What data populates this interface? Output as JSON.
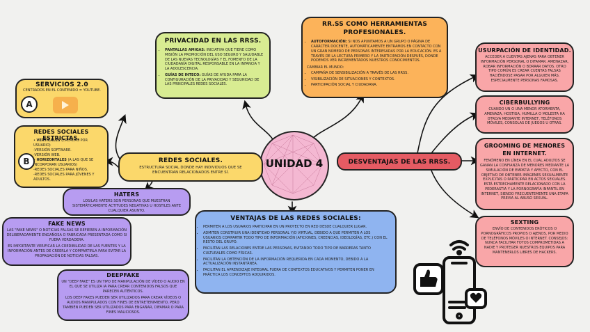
{
  "center": {
    "title": "UNIDAD 4"
  },
  "redes_sociales": {
    "title": "REDES SOCIALES.",
    "text": "ESTRUCTURA SOCIAL DONDE HAY INDIVIDUOS QUE SE ENCUENTRAN RELACIONADOS ENTRE SÍ."
  },
  "servicios": {
    "title": "SERVICIOS 2.0",
    "text": "CENTRADOS EN EL CONTENIDO = YOUTUBE.",
    "badge": "A"
  },
  "estrictas": {
    "title": "REDES SOCIALES ESTRICTAS.",
    "badge": "B",
    "verticales_label": "VERTICALES",
    "verticales_text": " (CREADAS POR USUARIO)",
    "line2": "-VERSIÓN SOFTWARE.",
    "line3": "-VERSIÓN WEB.",
    "horizontales_label": "HORIZONTALES",
    "horizontales_text": " (A LAS QUE SE INCORPORAN USUARIOS)",
    "line5": "-REDES SOCIALES PARA NIÑOS.",
    "line6": "-REDES SOCIALES PARA JÓVENES Y ADULTOS."
  },
  "haters": {
    "title": "HATERS",
    "text": "LOS/LAS HATERS SON PERSONAS QUE MUESTRAN SISTEMÁTICAMENTE ACTITUDES NEGATIVAS U HOSTILES ANTE CUALQUIER ASUNTO."
  },
  "fake_news": {
    "title": "FAKE NEWS",
    "text1": "LAS \"FAKE NEWS\" O NOTICIAS FALSAS SE REFIEREN A INFORMACIÓN DELIBERADAMENTE ENGAÑOSA O FABRICADA PRESENTADA COMO SI FUERA VERDADERA.",
    "text2": "ES IMPORTANTE VERIFICAR LA CREDIBILIDAD DE LAS FUENTES Y LA INFORMACIÓN ANTES DE CREERLA Y COMPARTIRLA PARA EVITAR LA PROPAGACIÓN DE NOTICIAS FALSAS."
  },
  "deepfake": {
    "title": "DEEPFAKE",
    "text1": "UN \"DEEP FAKE\" ES UN TIPO DE MANIPULACIÓN DE VÍDEO O AUDIO EN EL QUE SE UTILIZA IA PARA CREAR CONTENIDOS FALSOS QUE PARECEN AUTÉNTICOS.",
    "text2": "LOS DEEP FAKES PUEDEN SER UTILIZADOS PARA CREAR VÍDEOS O AUDIOS MANIPULADOS CON FINES DE ENTRETENIMIENTO, PERO TAMBIÉN PUEDEN SER UTILIZADOS PARA ENGAÑAR, DIFAMAR O PARA FINES MALICIOSOS."
  },
  "privacidad": {
    "title": "PRIVACIDAD EN LAS RRSS.",
    "item1_label": "PANTALLAS AMIGAS:",
    "item1_text": " INICIATIVA QUE TIENE COMO MISIÓN LA PROMOCIÓN DEL USO SEGURO Y SALUDABLE DE LAS NUEVAS TECNOLOGÍAS Y EL FOMENTO DE LA CIUDADANÍA DIGITAL RESPONSABLE EN LA INFANCIA Y LA ADOLESCENCIA.",
    "item2_label": "GUÍAS DE INTECO:",
    "item2_text": " GUÍAS DE AYUDA PARA LA CONFIGURACIÓN DE LA PRIVACIDAD Y SEGURIDAD DE LAS PRINCIPALES REDES SOCIALES."
  },
  "herramientas": {
    "title": "RR.SS COMO HERRAMIENTAS PROFESIONALES.",
    "item1_label": "AUTOFORMACIÓN:",
    "item1_text": " SI NOS APUNTAMOS A UN GRUPO O PÁGINA DE CARÁCTER DOCENTE, AUTOMÁTICAMENTE ENTRAMOS EN CONTACTO CON UN GRAN NÚMERO DE PERSONAS INTERESADAS POR LA EDUCACIÓN. ES A TRAVÉS DE LA LECTURA PRIMERO Y LA PARTICIPACIÓN DESPUÉS, DONDE PODEMOS VER INCREMENTADOS NUESTROS CONOCIMIENTOS.",
    "subtitle": "CAMBIAR EL MUNDO:",
    "items": [
      "CAMPAÑA DE SENSIBILIZACIÓN A TRAVÉS DE LAS RRSS.",
      "VISIBILIZACIÓN DE SITUACIONES Y CONTEXTOS.",
      "PARTICIPACIÓN SOCIAL Y CIUDADANA."
    ]
  },
  "ventajas": {
    "title": "VENTAJAS DE LAS REDES SOCIALES:",
    "items": [
      "PERMITEN A LOS USUARIOS PARTICIPAR EN UN PROYECTO EN RED DESDE CUALQUIER LUGAR.",
      "ADMITEN CONSTRUIR UNA IDENTIDAD PERSONAL Y/O VIRTUAL, DEBIDO A QUE PERMITEN A LOS USUARIOS COMPARTIR TODO TIPO DE INFORMACIÓN (AFICIONES, CREENCIAS, IDEOLOGÍAS, ETC.) CON EL RESTO DEL GRUPO.",
      "FACILITAN LAS RELACIONES ENTRE LAS PERSONAS, EVITANDO TODO TIPO DE BARRERAS TANTO CULTURALES COMO FÍSICAS.",
      "FACILITAN LA OBTENCIÓN DE LA INFORMACIÓN REQUERIDA EN CADA MOMENTO, DEBIDO A LA ACTUALIZACIÓN INSTANTÁNEA.",
      "FACILITAN EL APRENDIZAJE INTEGRAL FUERA DE CONTEXTOS EDUCATIVOS Y PERMITEN PONER EN PRÁCTICA LOS CONCEPTOS ADQUIRIDOS."
    ]
  },
  "desventajas": {
    "title": "DESVENTAJAS DE LAS RRSS."
  },
  "usurpacion": {
    "title": "USURPACIÓN DE IDENTIDAD.",
    "text": "ACCEDER A CUENTAS AJENAS PARA OBTENER INFORMACIÓN PERSONAL O DIFAMAR. AMENAZAR, ROBAR INFORMACIÓN O BORRAR DATOS. OTRO TIPO COMÚN ES CREAR CUENTAS FALSAS HACIÉNDOSE PASAR POR ALGUIEN MÁS. ESPECIALMENTE PERSONAS FAMOSAS."
  },
  "cyberbullying": {
    "title": "CIBERBULLYING",
    "text": "CUANDO UN O UNA MENOR ATORMENTA, AMENAZA, HOSTIGA, HUMILLA O MOLESTA HA OTRO/A MEDIANTE INTERNET, TELÉFONOS MÓVILES, CONSOLAS DE JUEGOS U OTRAS."
  },
  "grooming": {
    "title": "GROOMING DE MENORES EN INTERNET.",
    "text": "FENÓMENO EN LÍNEA EN EL CUAL ADULTOS SE GANAN LA CONFIANZA DE MENORES MEDIANTE LA SIMULACIÓN DE EMPATÍA Y AFECTO, CON EL OBJETIVO DE OBTENER IMÁGENES SEXUALMENTE EXPLÍCITAS O PARTICIPAR EN ACTOS SEXUALES. ESTÁ ESTRECHAMENTE RELACIONADO CON LA PEDERASTIA Y LA PORNOGRAFÍA INFANTIL EN INTERNET, SIENDO FRECUENTEMENTE UNA ETAPA PREVIA AL ABUSO SEXUAL."
  },
  "sexting": {
    "title": "SEXTING",
    "text": "ENVÍO DE CONTENIDOS ERÓTICOS O PORNOGRÁFICOS PROPIOS O AJENOS, POR MEDIO DE TELÉFONOS MÓVILES O INTERNET. CONSEJOS: NUNCA FACILITAR FOTOS COMPROMETIDAS A NADIE Y PROTEGER NUESTROS EQUIPOS PARA MANTENERLOS LIBRES DE HACKERS."
  },
  "colors": {
    "yellow": "#fbd86b",
    "pale_yellow": "#fde9a5",
    "green": "#d8ec92",
    "orange": "#fcb35a",
    "red": "#e55b63",
    "pink": "#f9a6a8",
    "purple": "#b79cf1",
    "blue": "#8fb4f0",
    "center": "#f4b8d2"
  }
}
